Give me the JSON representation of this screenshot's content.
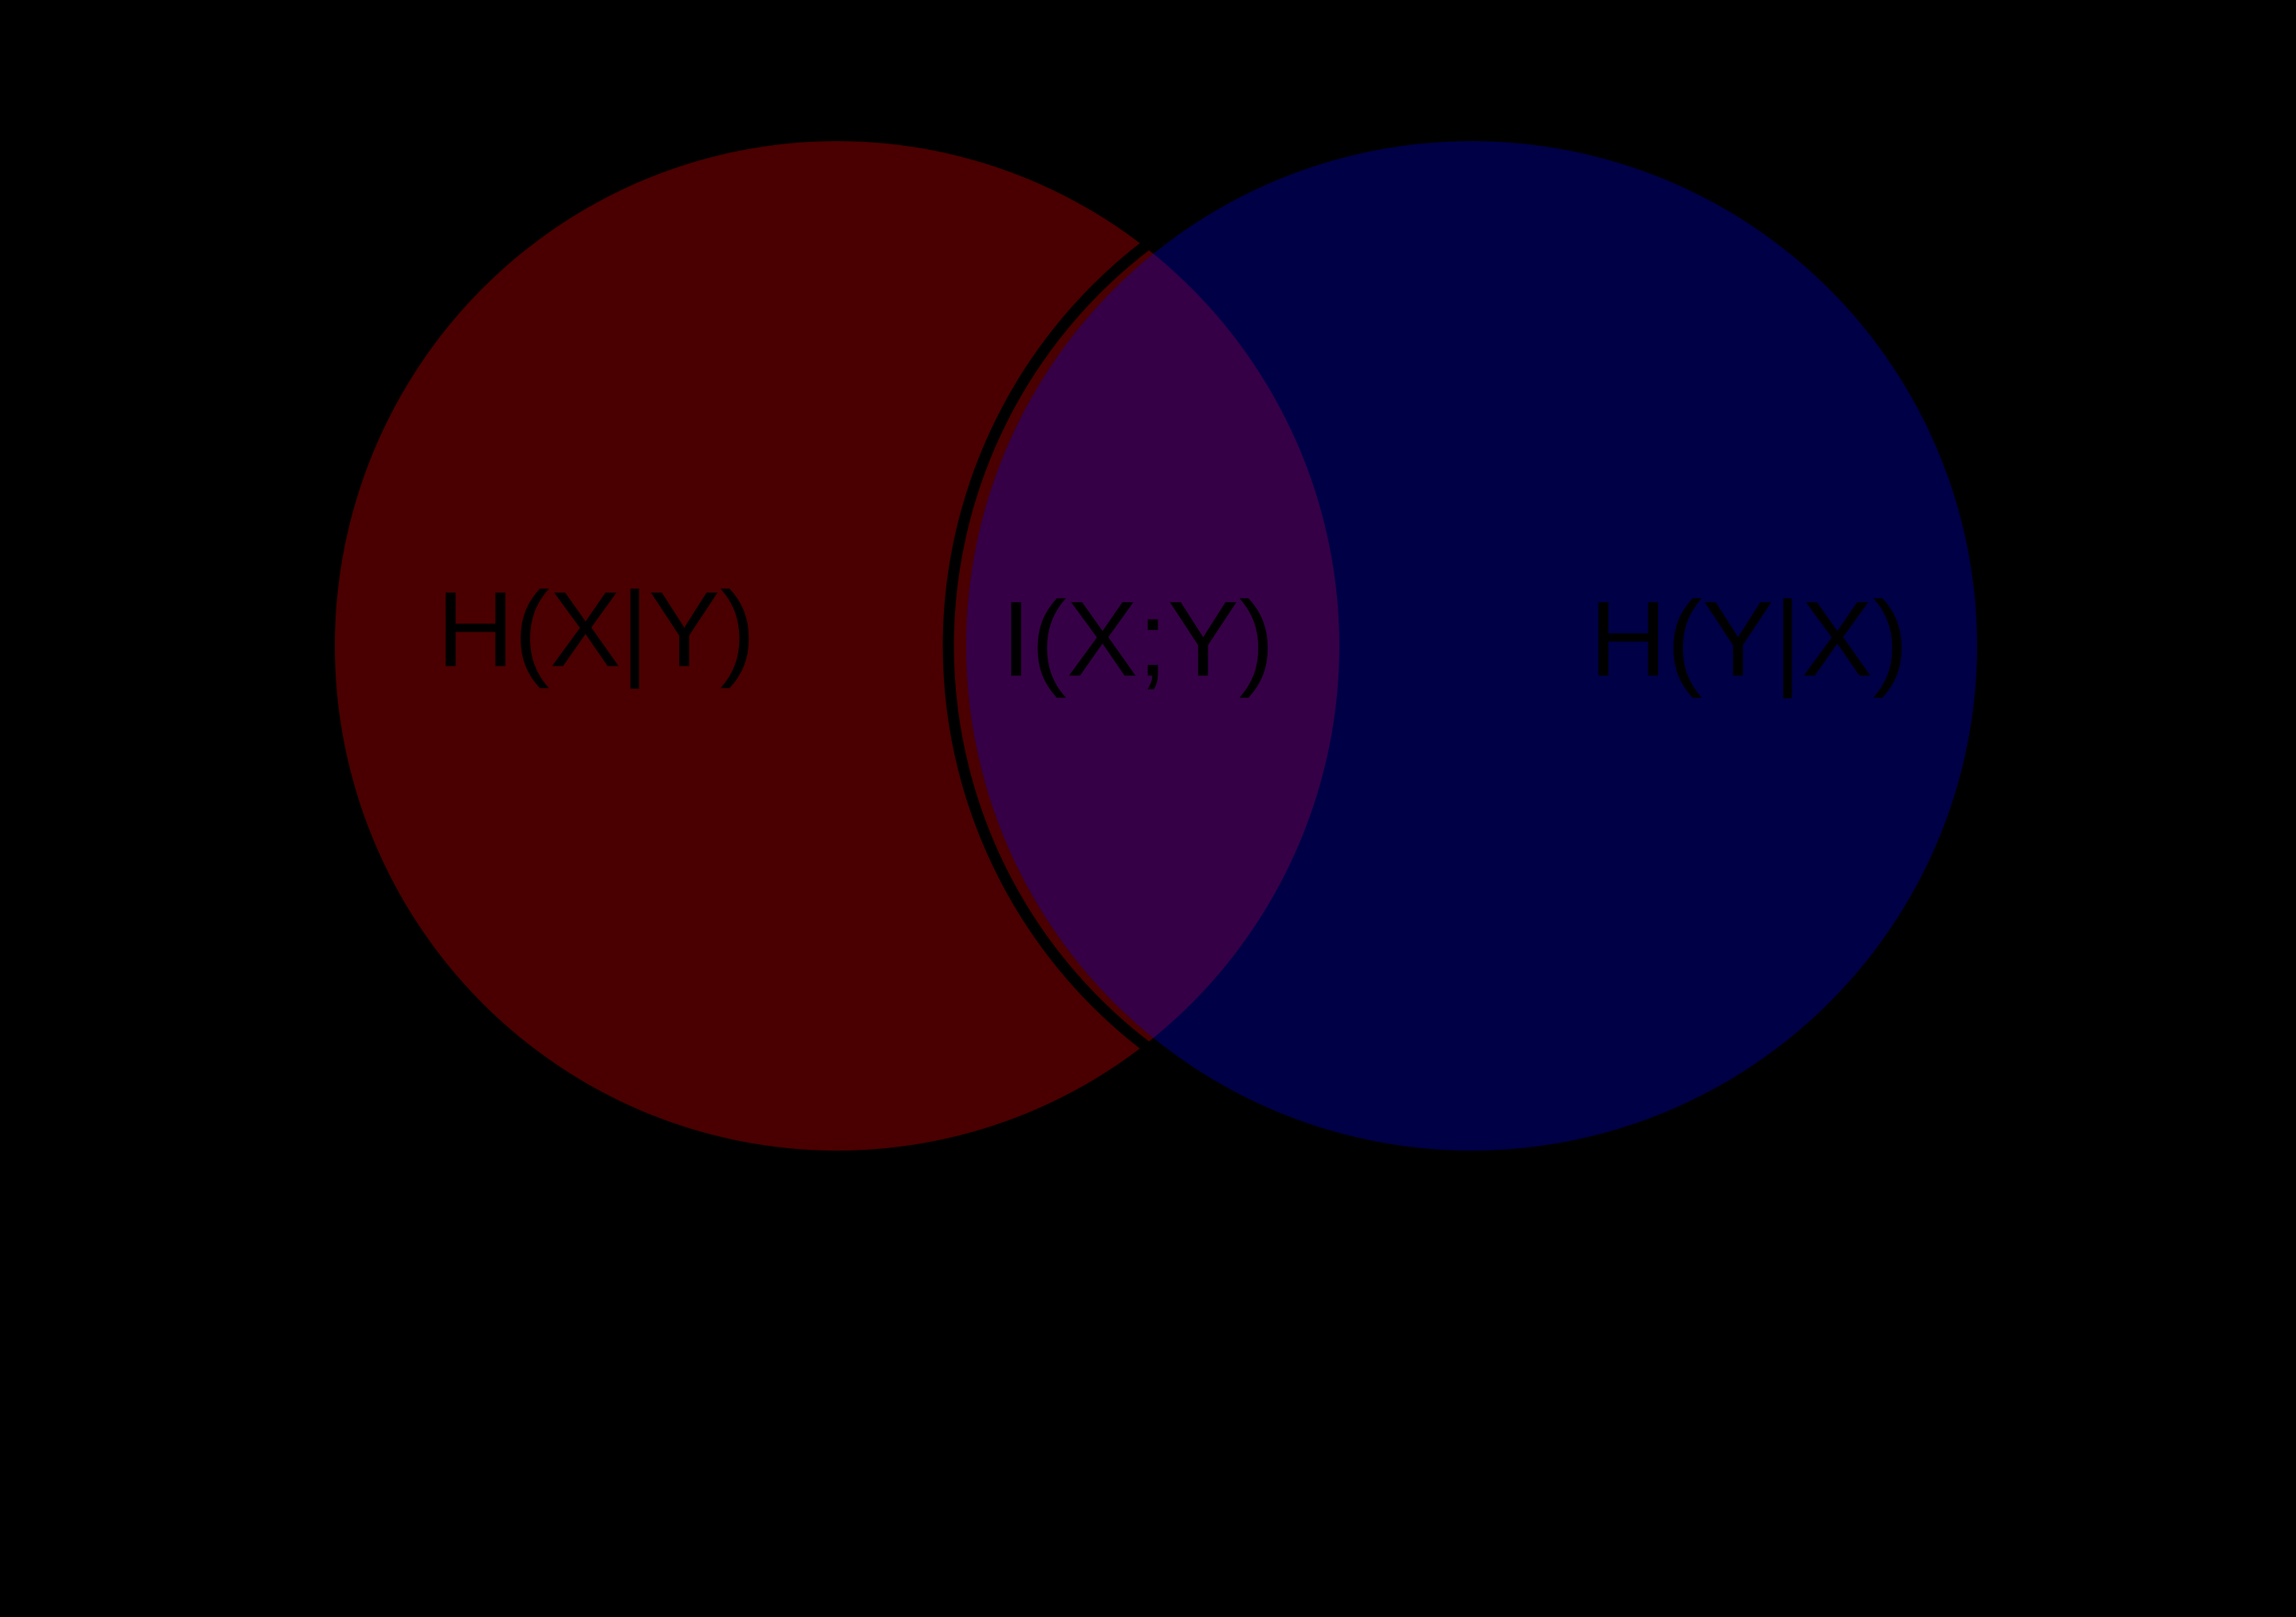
{
  "diagram": {
    "type": "venn",
    "colors": {
      "background": "#000000",
      "set_x": "#4a0000",
      "set_y": "#000046",
      "intersection": "#360046",
      "outline": "#000000",
      "label": "#000000"
    },
    "labels": {
      "x_only": "H(X|Y)",
      "intersection": "I(X;Y)",
      "y_only": "H(Y|X)"
    }
  }
}
